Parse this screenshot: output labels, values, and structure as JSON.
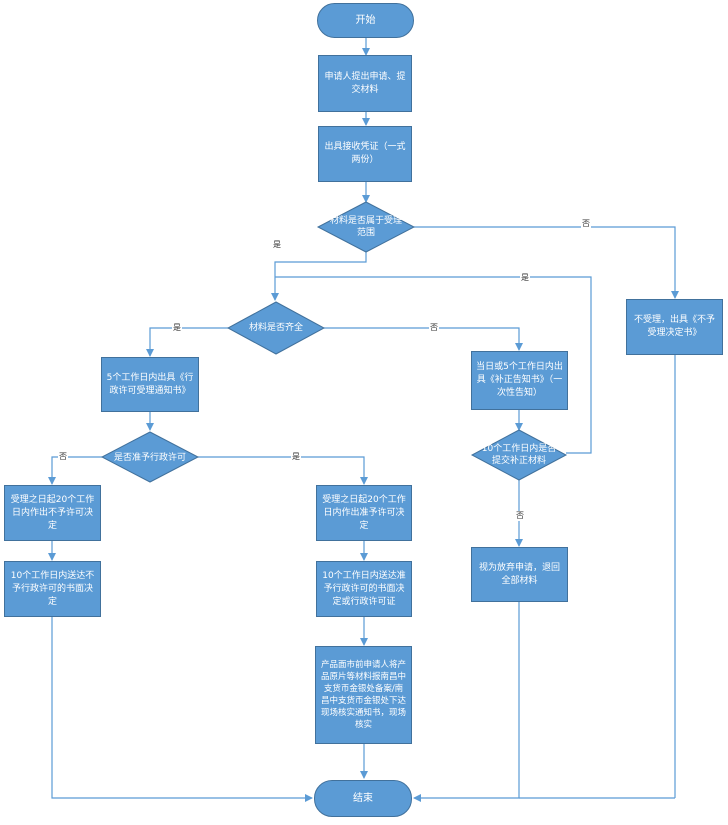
{
  "nodes": {
    "start": "开始",
    "submit": "申请人提出申请、提交材料",
    "receipt": "出具接收凭证（一式两份）",
    "scope": "材料是否属于受理范围",
    "reject": "不受理，出具《不予受理决定书》",
    "complete": "材料是否齐全",
    "accept": "5个工作日内出具《行政许可受理通知书》",
    "supplement": "当日或5个工作日内出具《补正告知书》（一次性告知）",
    "resubmit": "10个工作日内是否提交补正材料",
    "withdraw": "视为放弃申请，退回全部材料",
    "permit_decision": "是否准予行政许可",
    "deny20": "受理之日起20个工作日内作出不予许可决定",
    "grant20": "受理之日起20个工作日内作出准予许可决定",
    "deny10": "10个工作日内送达不予行政许可的书面决定",
    "grant10": "10个工作日内送达准予行政许可的书面决定或行政许可证",
    "filing": "产品面市前申请人将产品原片等材料报南昌中支货币金银处备案/南昌中支货币金银处下达现场核实通知书，现场核实",
    "end": "结束"
  },
  "edge_labels": {
    "scope_yes": "是",
    "scope_no": "否",
    "complete_yes": "是",
    "complete_no": "否",
    "resubmit_yes": "是",
    "resubmit_no": "否",
    "permit_yes": "是",
    "permit_no": "否"
  }
}
